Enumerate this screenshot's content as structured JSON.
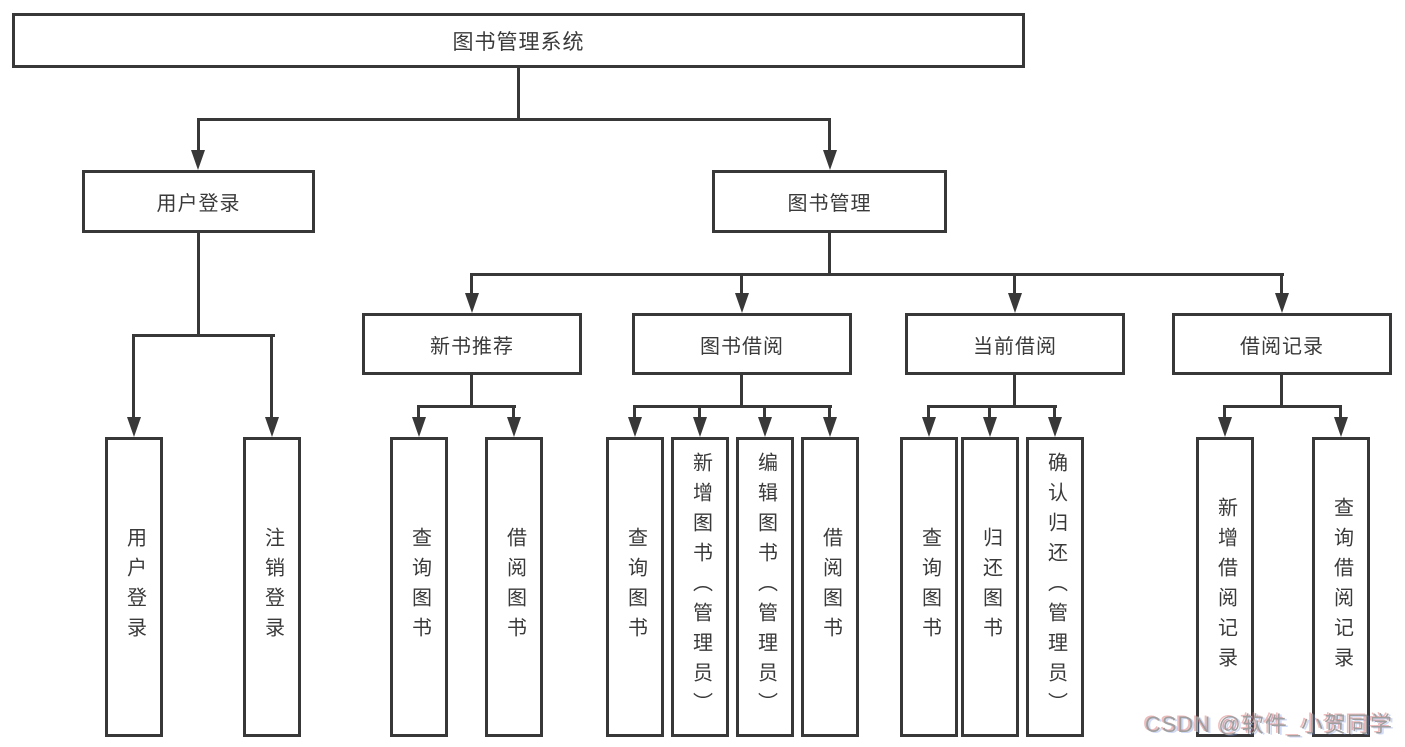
{
  "colors": {
    "line": "#383838",
    "text": "#3a3a3a",
    "watermark": "#9f9f9f",
    "background": "#ffffff"
  },
  "watermark": {
    "text": "CSDN @软件_小贺同学"
  },
  "tree": {
    "root": {
      "label": "图书管理系统"
    },
    "level2": [
      {
        "label": "用户登录"
      },
      {
        "label": "图书管理"
      }
    ],
    "level3": [
      {
        "label": "新书推荐"
      },
      {
        "label": "图书借阅"
      },
      {
        "label": "当前借阅"
      },
      {
        "label": "借阅记录"
      }
    ],
    "leaves": {
      "user_login": [
        "用户登录",
        "注销登录"
      ],
      "new_books": [
        "查询图书",
        "借阅图书"
      ],
      "book_borrow": [
        "查询图书",
        "新增图书（管理员）",
        "编辑图书（管理员）",
        "借阅图书"
      ],
      "current_borrow": [
        "查询图书",
        "归还图书",
        "确认归还（管理员）"
      ],
      "borrow_records": [
        "新增借阅记录",
        "查询借阅记录"
      ]
    }
  }
}
